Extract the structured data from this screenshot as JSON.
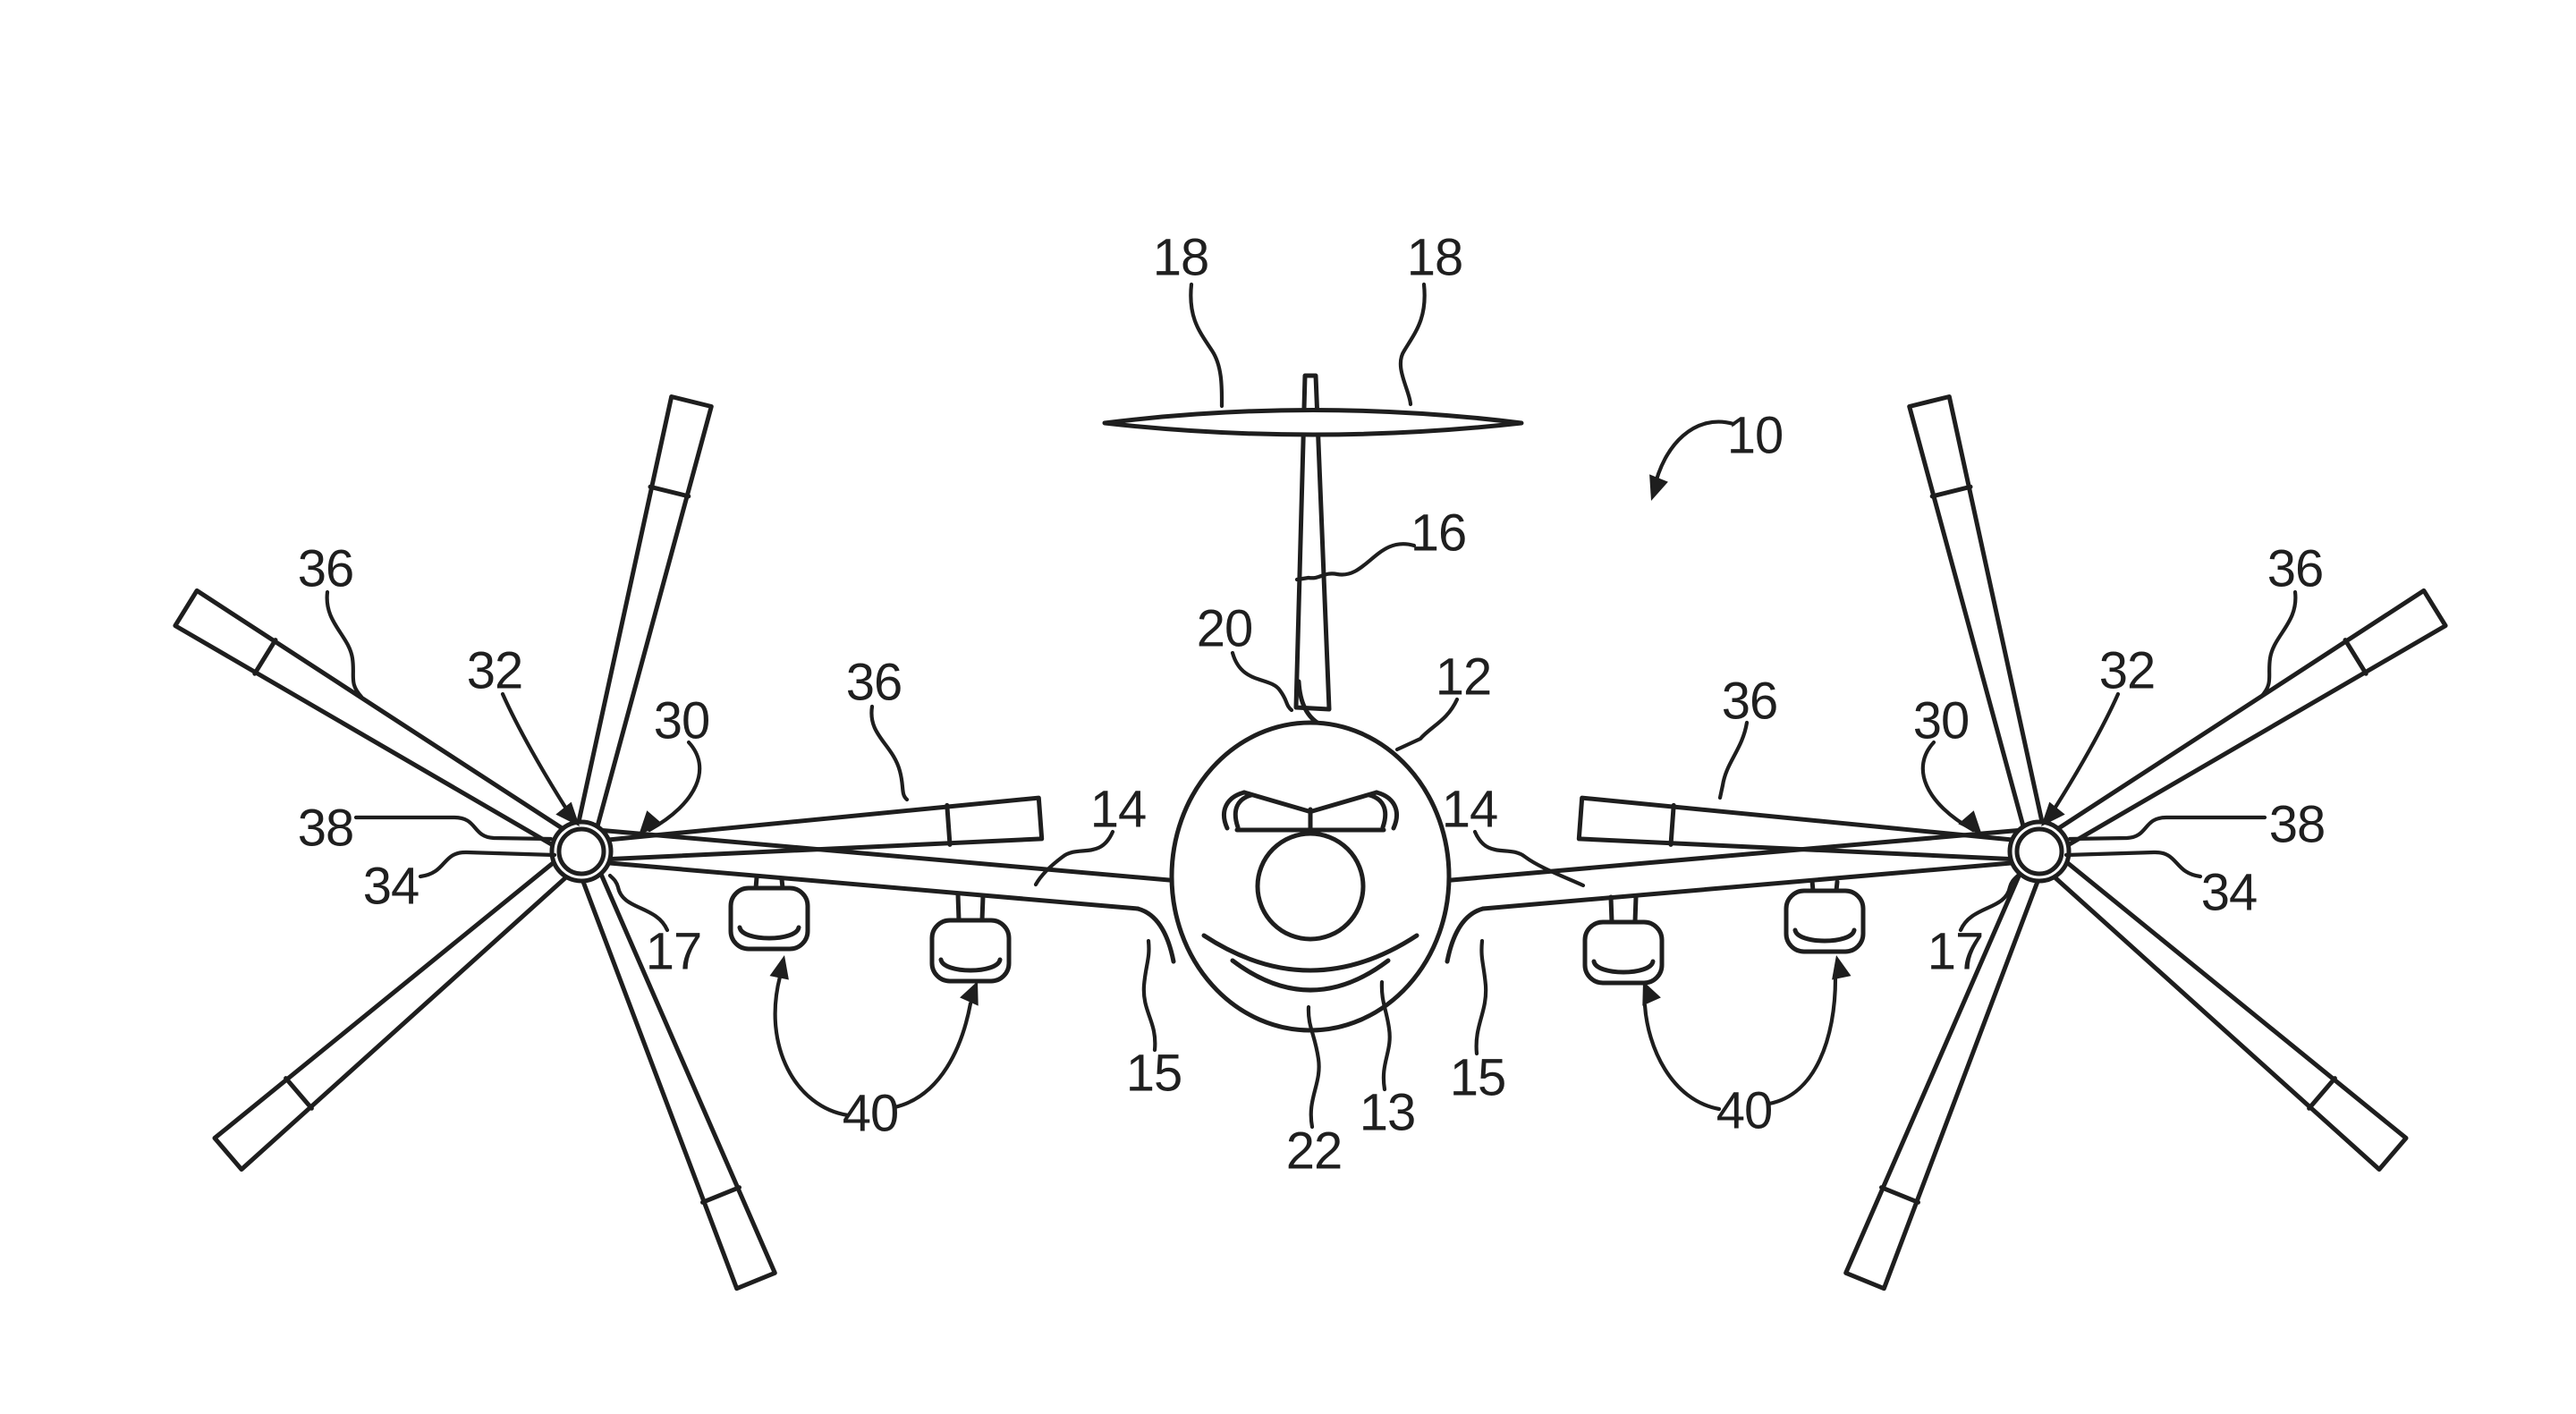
{
  "figure": {
    "kind": "patent line drawing",
    "subject": "tiltrotor aircraft, front elevation view",
    "background_color": "#ffffff",
    "line_color": "#1e1e1e"
  },
  "labels": {
    "l18a": "18",
    "l18b": "18",
    "l10": "10",
    "l16": "16",
    "l20": "20",
    "l12": "12",
    "l14a": "14",
    "l14b": "14",
    "l36a": "36",
    "l36b": "36",
    "l36c": "36",
    "l36d": "36",
    "l32a": "32",
    "l32b": "32",
    "l30a": "30",
    "l30b": "30",
    "l38a": "38",
    "l38b": "38",
    "l34a": "34",
    "l34b": "34",
    "l17a": "17",
    "l17b": "17",
    "l15a": "15",
    "l15b": "15",
    "l22": "22",
    "l13": "13",
    "l40a": "40",
    "l40b": "40"
  }
}
